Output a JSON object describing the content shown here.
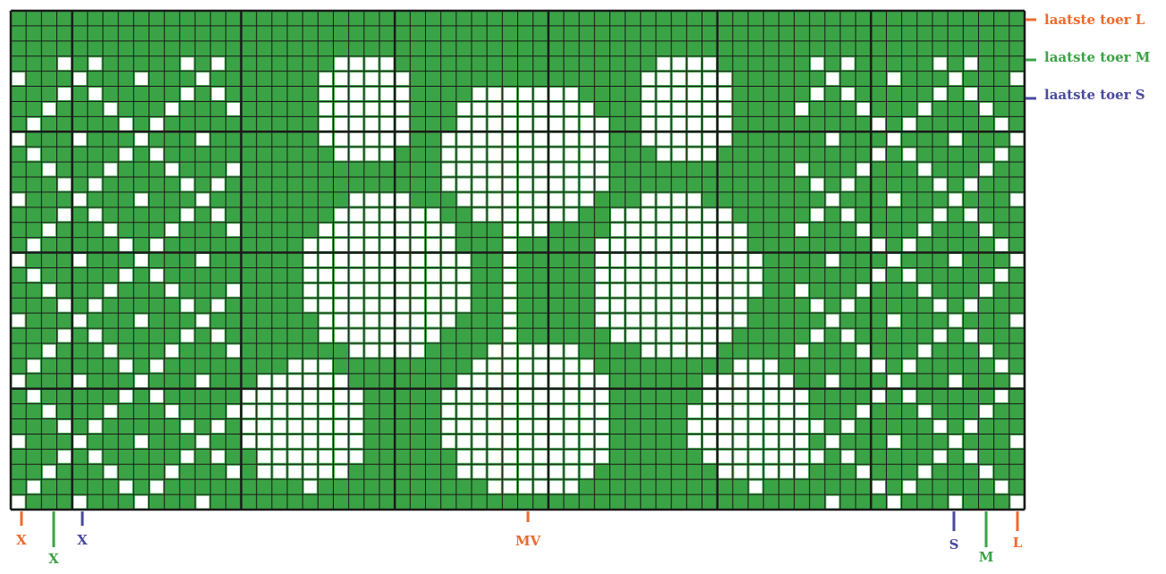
{
  "chart": {
    "grid_columns": 66,
    "grid_rows": 33,
    "stitch_repeat_columns": 10,
    "stitch_repeat_rows": 10,
    "colors": {
      "contrast": "#3aa345",
      "main": "#ffffff",
      "gridline": "#1a1a1a",
      "size_L": "#ee6a2b",
      "size_M": "#3aa345",
      "size_S": "#4a4a9e"
    }
  },
  "right_labels": {
    "last_row_L": "laatste toer L",
    "last_row_M": "laatste toer M",
    "last_row_S": "laatste toer S"
  },
  "bottom_labels": {
    "left_L": "X",
    "left_M": "X",
    "left_S": "X",
    "center": "MV",
    "right_S": "S",
    "right_M": "M",
    "right_L": "L"
  }
}
